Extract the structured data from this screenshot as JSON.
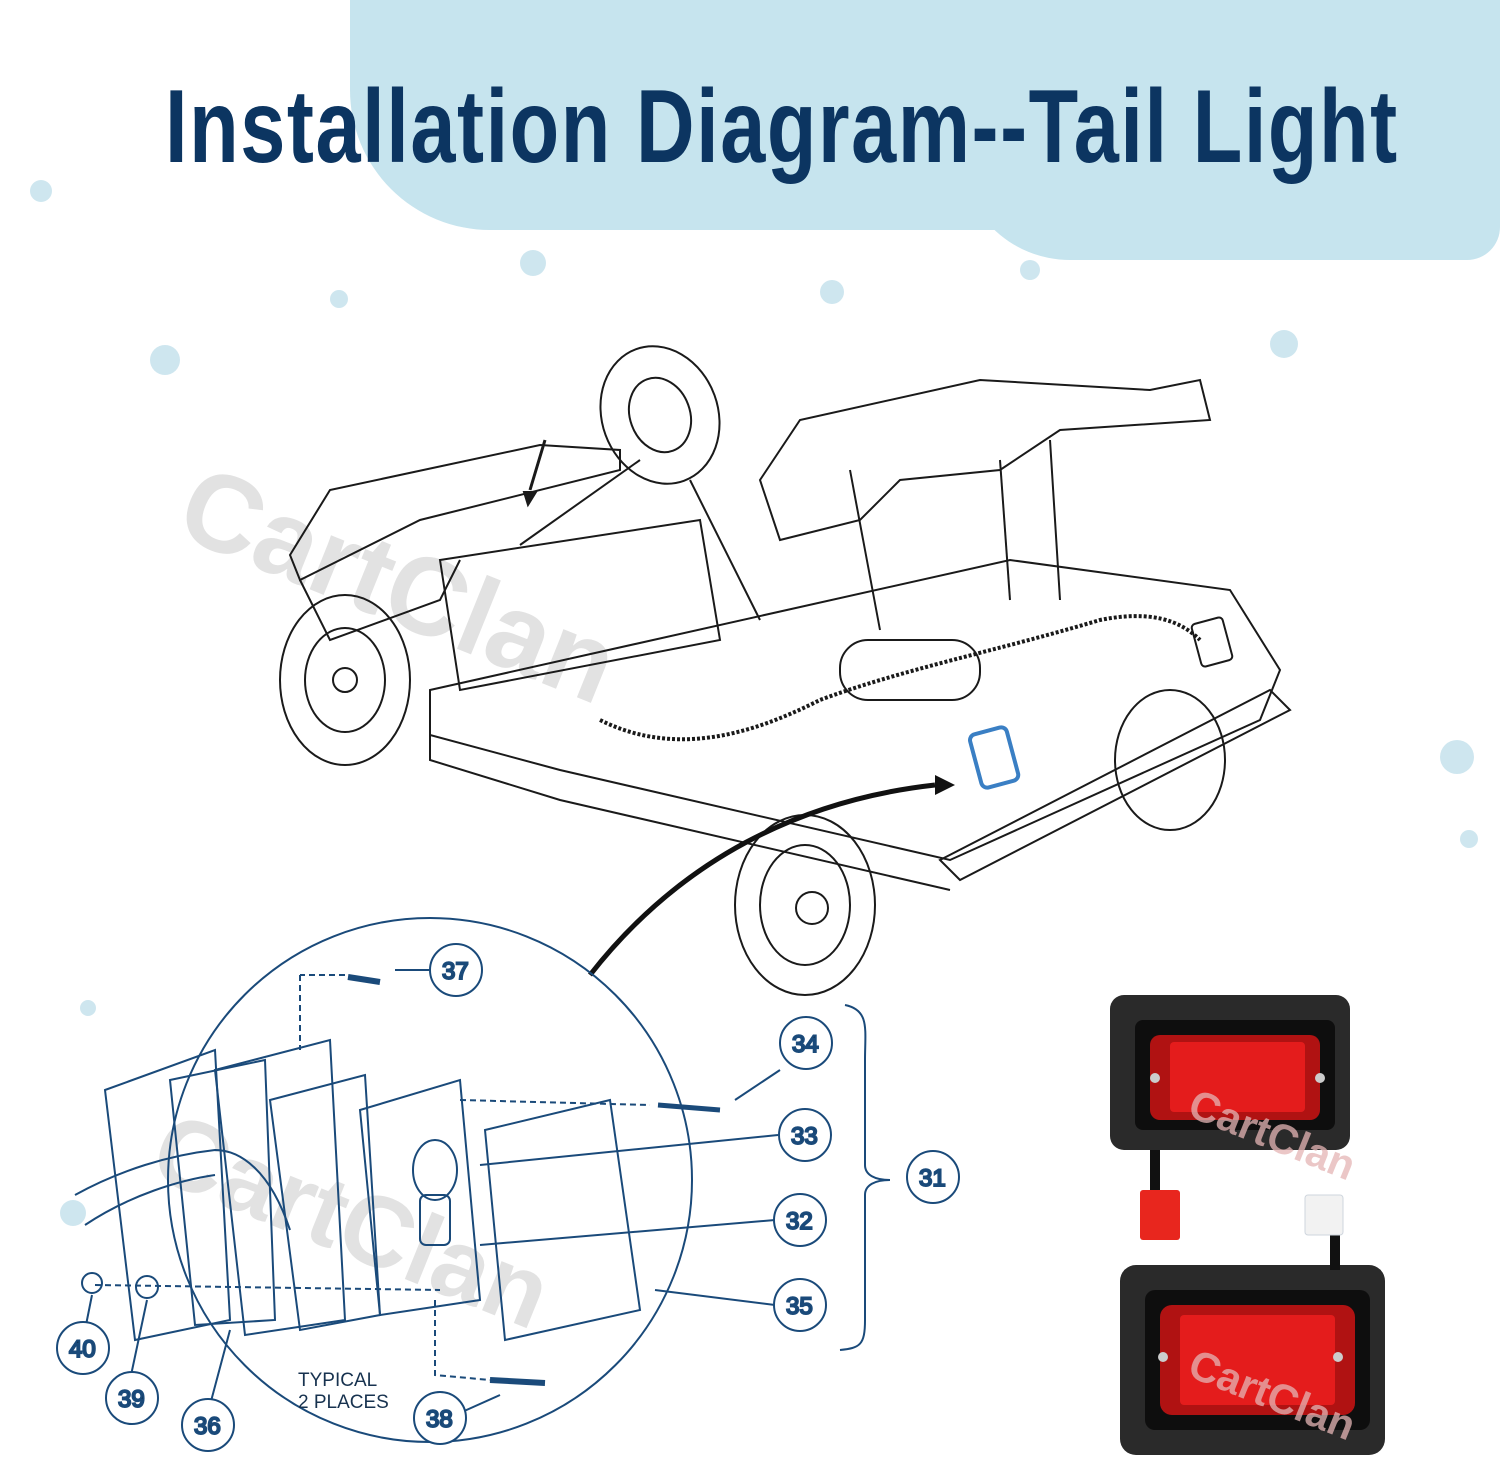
{
  "title": "Installation Diagram--Tail Light",
  "watermark": "CartClan",
  "colors": {
    "title": "#0c3561",
    "splash": "#c6e4ee",
    "diagram_line": "#1a4a7a",
    "lamp_red": "#e01818",
    "lamp_housing": "#2a2a2a",
    "connector_red": "#e8261e",
    "connector_white": "#f0f0f0"
  },
  "vehicle": {
    "illustration": "golf-cart-rear-view",
    "highlighted_part": "tail-light"
  },
  "detail": {
    "note_line1": "TYPICAL",
    "note_line2": "2 PLACES",
    "callouts": [
      "31",
      "32",
      "33",
      "34",
      "35",
      "36",
      "37",
      "38",
      "39",
      "40"
    ]
  },
  "product": {
    "items": [
      "tail-light-with-red-connector",
      "tail-light-with-white-connector"
    ]
  }
}
